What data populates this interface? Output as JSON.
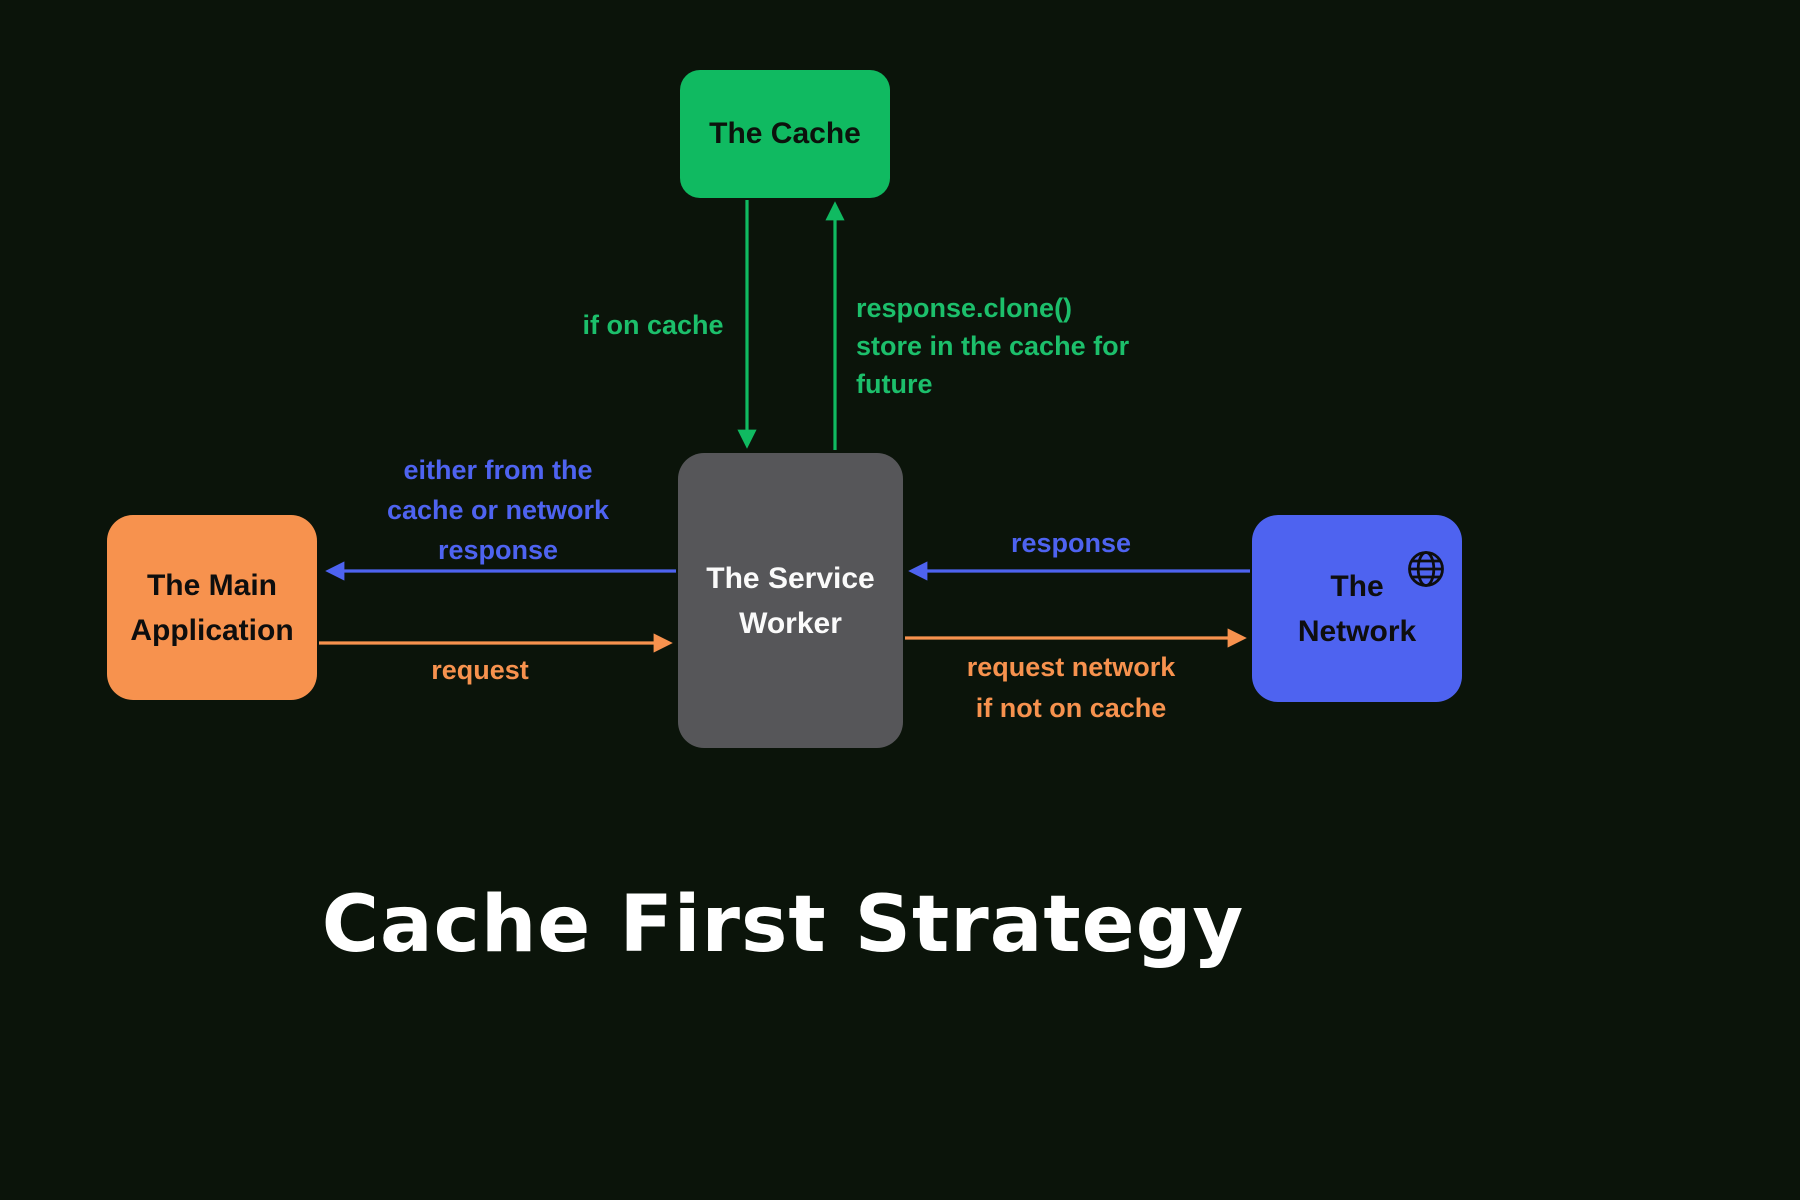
{
  "title": "Cache First Strategy",
  "nodes": {
    "cache": {
      "label": "The Cache",
      "color": "#10BA61"
    },
    "service_worker": {
      "label": "The Service\nWorker",
      "color": "#565659"
    },
    "main_application": {
      "label": "The Main\nApplication",
      "color": "#F7924E"
    },
    "network": {
      "label": "The\nNetwork",
      "color": "#4E63F0",
      "icon": "globe-icon"
    }
  },
  "labels": {
    "if_on_cache": "if on cache",
    "store_clone": "response.clone()\nstore in the cache for\nfuture",
    "response_to_app": "either from the\ncache or network\nresponse",
    "request": "request",
    "response_from_network": "response",
    "request_network": "request network\nif not on cache"
  },
  "colors": {
    "background": "#0B140A",
    "green": "#10BA61",
    "green_text": "#1CBF6B",
    "blue": "#4E63F0",
    "orange": "#F7924E",
    "gray": "#565659",
    "title_text": "#FFFFFF"
  }
}
